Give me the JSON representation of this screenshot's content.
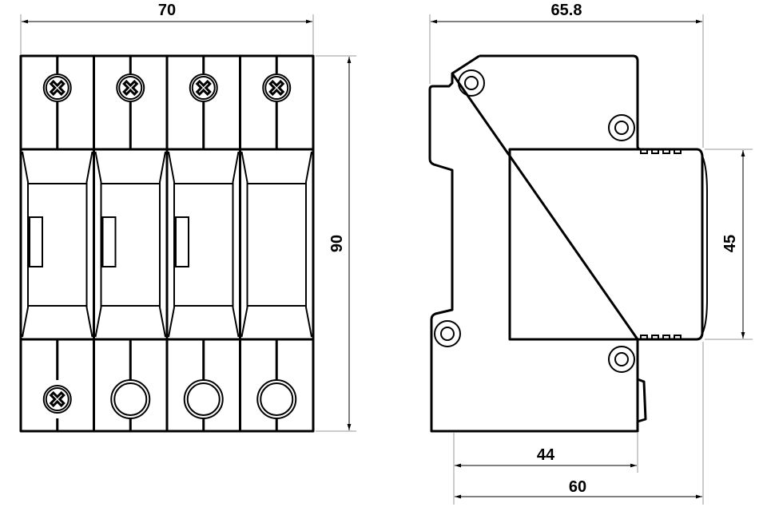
{
  "front_view": {
    "width_label": "70",
    "height_label": "90",
    "poles": 4
  },
  "side_view": {
    "depth_label": "65.8",
    "front_height_label": "45",
    "rail_depth_label": "44",
    "overall_depth_label": "60"
  }
}
